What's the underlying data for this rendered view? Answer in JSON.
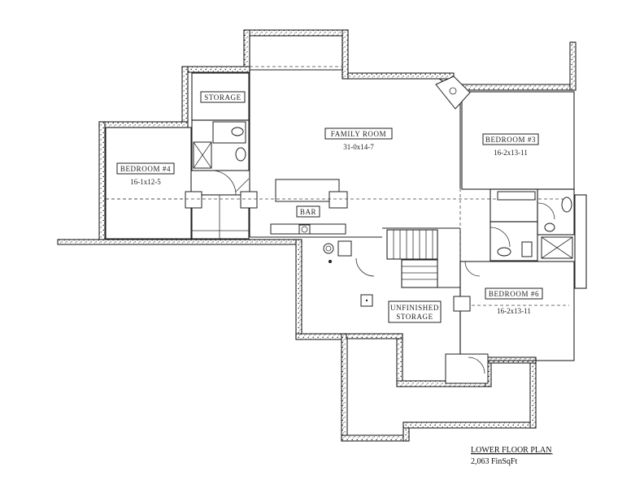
{
  "plan": {
    "caption_title": "LOWER FLOOR PLAN",
    "caption_area": "2,063 FinSqFt",
    "rooms": {
      "storage": {
        "name": "STORAGE"
      },
      "family_room": {
        "name": "FAMILY ROOM",
        "size": "31-0x14-7"
      },
      "bedroom3": {
        "name": "BEDROOM #3",
        "size": "16-2x13-11"
      },
      "bedroom4": {
        "name": "BEDROOM #4",
        "size": "16-1x12-5"
      },
      "bar": {
        "name": "BAR"
      },
      "unfinished_storage": {
        "name_line1": "UNFINISHED",
        "name_line2": "STORAGE"
      },
      "bedroom6": {
        "name": "BEDROOM #6",
        "size": "16-2x13-11"
      }
    }
  }
}
